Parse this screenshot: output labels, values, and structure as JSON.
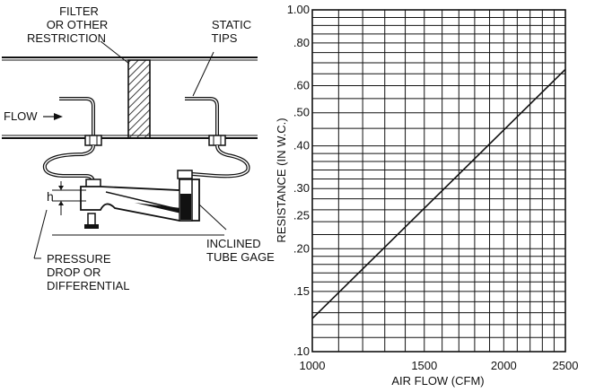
{
  "diagram": {
    "labels": {
      "filter_line1": "FILTER",
      "filter_line2": "OR OTHER",
      "filter_line3": "RESTRICTION",
      "static_line1": "STATIC",
      "static_line2": "TIPS",
      "flow": "FLOW",
      "h": "h",
      "pressure_line1": "PRESSURE",
      "pressure_line2": "DROP OR",
      "pressure_line3": "DIFFERENTIAL",
      "gage_line1": "INCLINED",
      "gage_line2": "TUBE GAGE"
    }
  },
  "chart_data": {
    "type": "line",
    "xscale": "log",
    "yscale": "log",
    "xlabel": "AIR FLOW (CFM)",
    "ylabel": "RESISTANCE (IN W.C.)",
    "xlim": [
      1000,
      2500
    ],
    "ylim": [
      0.1,
      1.0
    ],
    "x_ticks": [
      1000,
      1500,
      2000,
      2500
    ],
    "x_tick_labels": [
      "1000",
      "1500",
      "2000",
      "2500"
    ],
    "y_ticks": [
      0.1,
      0.15,
      0.2,
      0.25,
      0.3,
      0.4,
      0.5,
      0.6,
      0.8,
      1.0
    ],
    "y_tick_labels": [
      ".10",
      ".15",
      ".20",
      ".25",
      ".30",
      ".40",
      ".50",
      ".60",
      ".80",
      "1.00"
    ],
    "grid": true,
    "series": [
      {
        "x": [
          1000,
          2500
        ],
        "y": [
          0.125,
          0.67
        ]
      }
    ]
  }
}
